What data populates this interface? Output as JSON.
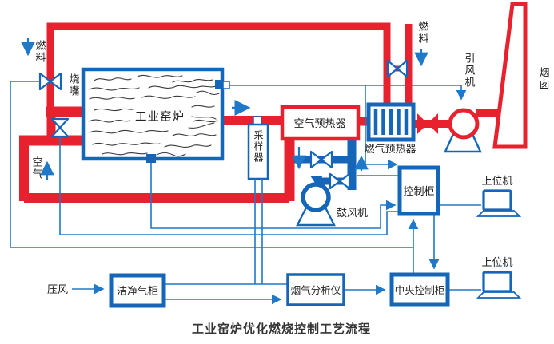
{
  "labels": {
    "title": "工业窑炉优化燃烧控制工艺流程",
    "kiln": "工业窑炉",
    "burner": "烧嘴",
    "fuel_left": "燃料",
    "fuel_right": "燃料",
    "air": "空气",
    "sampler": "采样器",
    "air_preheater": "空气预热器",
    "gas_preheater": "燃气预热器",
    "induced_fan": "引风机",
    "chimney": "烟囱",
    "blower": "鼓风机",
    "control_cabinet": "控制柜",
    "central_cabinet": "中央控制柜",
    "clean_gas": "洁净气柜",
    "analyzer": "烟气分析仪",
    "host_top": "上位机",
    "host_bottom": "上位机",
    "compressed_air": "压风"
  },
  "colors": {
    "pipe_red": "#e8212e",
    "pipe_blue": "#1565b8",
    "signal_blue": "#1f78c8",
    "text": "#222222"
  }
}
